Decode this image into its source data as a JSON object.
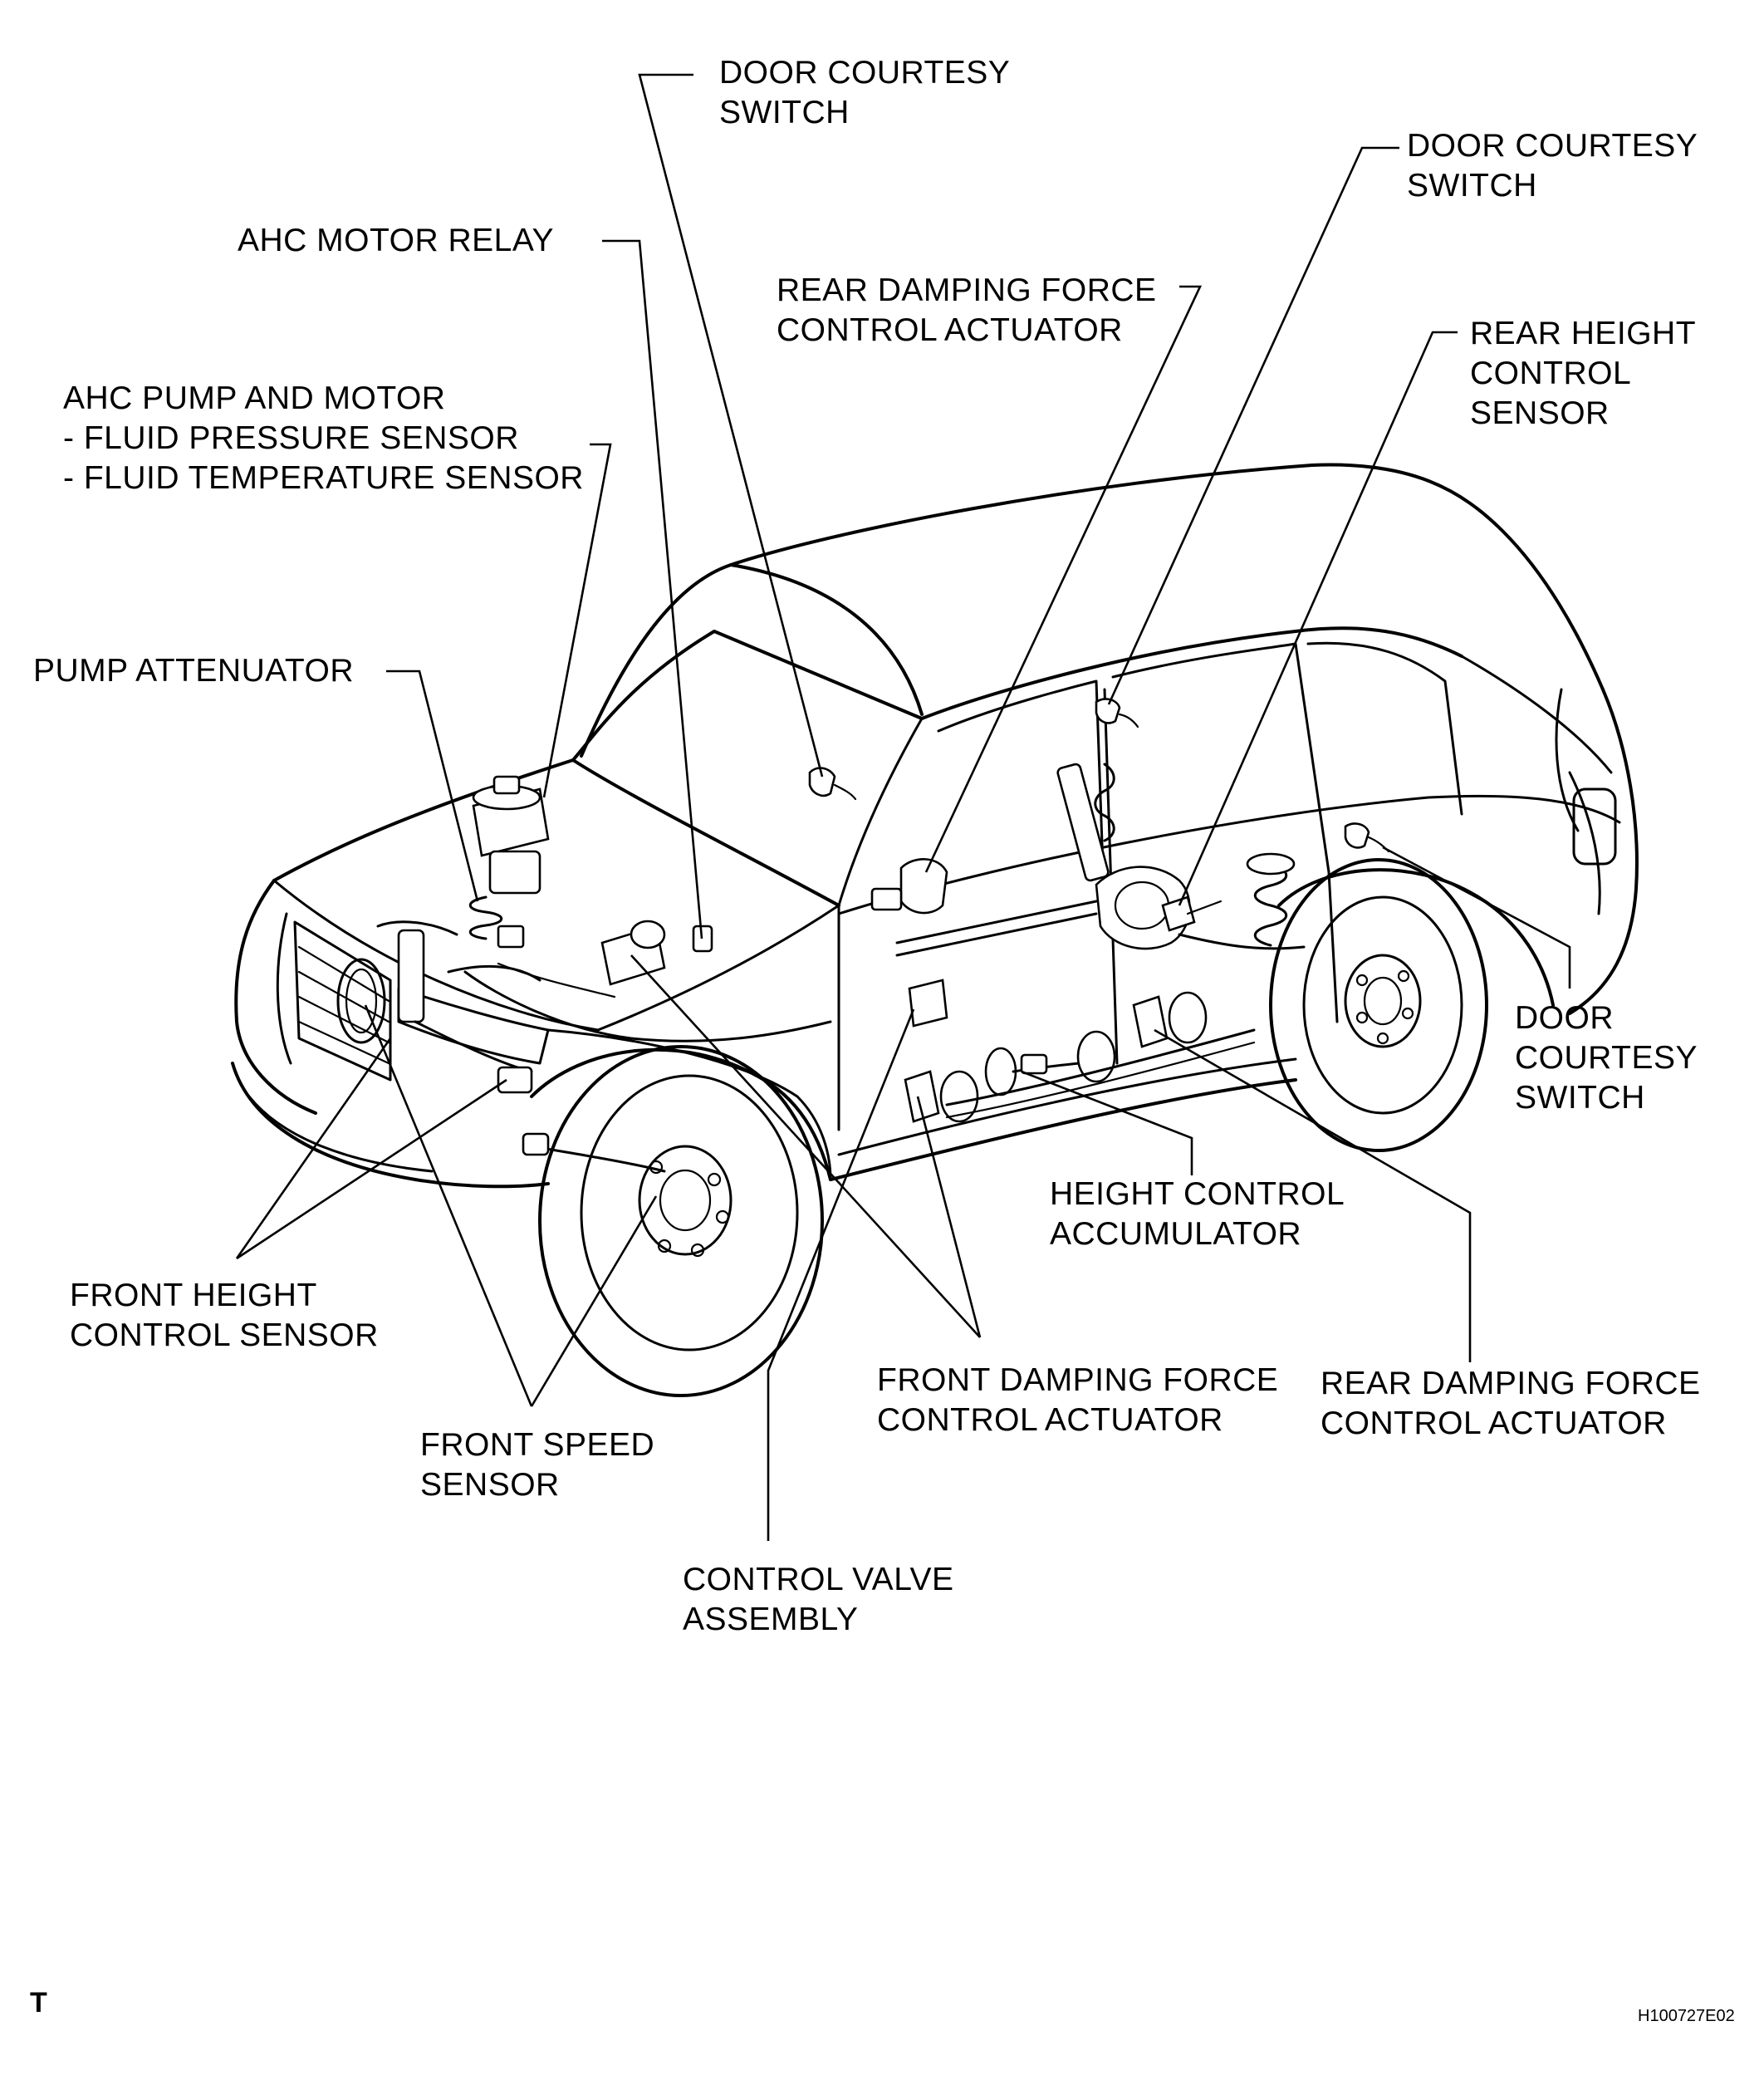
{
  "labels": {
    "door_courtesy_top": [
      "DOOR COURTESY",
      "SWITCH"
    ],
    "door_courtesy_right_top": [
      "DOOR COURTESY",
      "SWITCH"
    ],
    "ahc_motor_relay": [
      "AHC MOTOR RELAY"
    ],
    "rear_damping_top": [
      "REAR DAMPING FORCE",
      "CONTROL ACTUATOR"
    ],
    "rear_height_sensor": [
      "REAR HEIGHT",
      "CONTROL",
      "SENSOR"
    ],
    "ahc_pump_motor": [
      "AHC PUMP AND MOTOR",
      "- FLUID PRESSURE SENSOR",
      "- FLUID TEMPERATURE SENSOR"
    ],
    "pump_attenuator": [
      "PUMP ATTENUATOR"
    ],
    "door_courtesy_right_mid": [
      "DOOR",
      "COURTESY",
      "SWITCH"
    ],
    "height_control_accumulator": [
      "HEIGHT CONTROL",
      "ACCUMULATOR"
    ],
    "front_height_sensor": [
      "FRONT HEIGHT",
      "CONTROL SENSOR"
    ],
    "front_damping_actuator": [
      "FRONT DAMPING FORCE",
      "CONTROL ACTUATOR"
    ],
    "rear_damping_bottom": [
      "REAR DAMPING FORCE",
      "CONTROL ACTUATOR"
    ],
    "front_speed_sensor": [
      "FRONT SPEED",
      "SENSOR"
    ],
    "control_valve_assembly": [
      "CONTROL VALVE",
      "ASSEMBLY"
    ]
  },
  "corner_mark": "T",
  "figure_code": "H100727E02"
}
